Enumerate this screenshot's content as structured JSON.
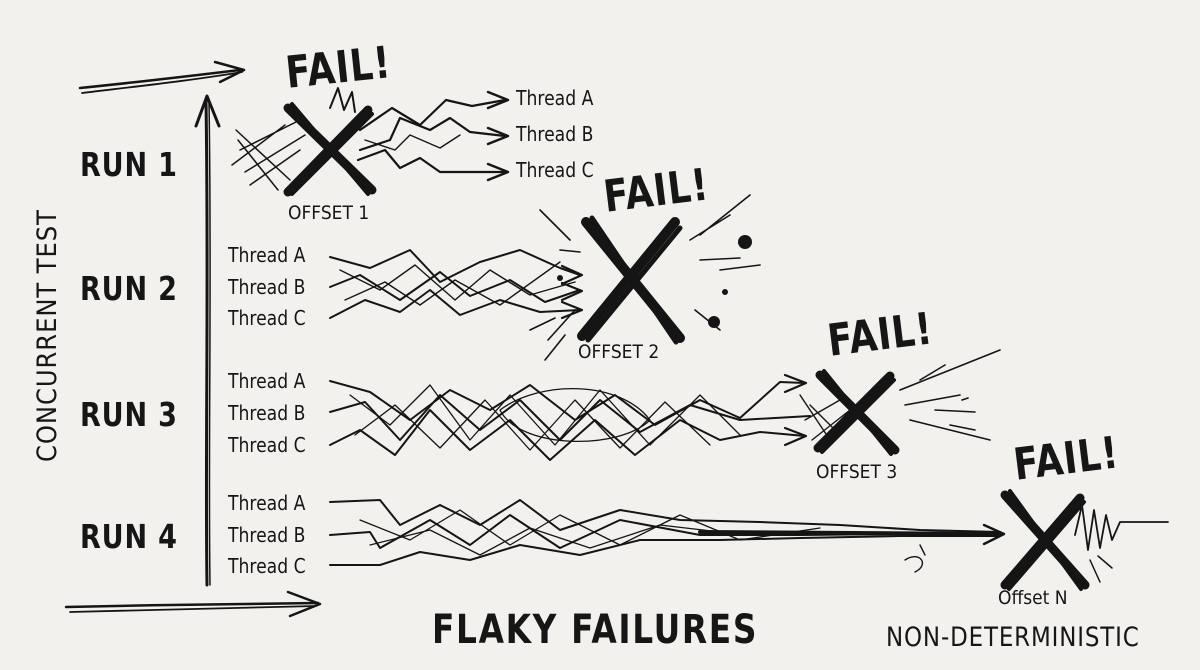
{
  "diagram": {
    "title": "FLAKY FAILURES",
    "subtitle": "NON-DETERMINISTIC",
    "y_axis_label": "CONCURRENT TEST",
    "fail_label": "FAIL!",
    "thread_labels": [
      "Thread A",
      "Thread B",
      "Thread C"
    ],
    "runs": [
      {
        "label": "RUN 1",
        "offset": "OFFSET 1"
      },
      {
        "label": "RUN 2",
        "offset": "OFFSET 2"
      },
      {
        "label": "RUN 3",
        "offset": "OFFSET 3"
      },
      {
        "label": "RUN 4",
        "offset": "Offset N"
      }
    ]
  }
}
